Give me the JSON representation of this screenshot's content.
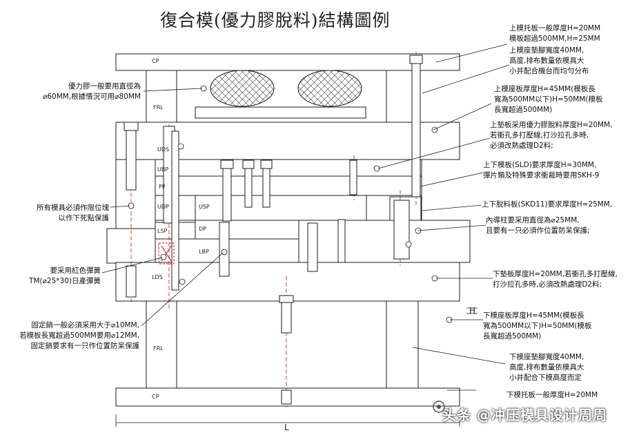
{
  "title": "復合模(優力膠脫料)結構圖例",
  "plate_labels": {
    "cp_top": "CP",
    "frl_top": "FRL",
    "uds": "UDS",
    "ubp": "UBP",
    "pp": "PP",
    "udp": "UDP",
    "usp": "USP",
    "lsp": "LSP",
    "dp": "DP",
    "lbp": "LBP",
    "lds": "LDS",
    "frl_bottom": "FRL",
    "cp_bottom": "CP"
  },
  "left_notes": {
    "urethane": [
      "優力膠一般要用直徑為",
      "⌀60MM,根據情況可用⌀80MM"
    ],
    "limit_block": [
      "所有模具必須作限位塊",
      "以作下死點保護"
    ],
    "spring": [
      "要采用紅色彈簧",
      "TM(⌀25*30)日產彈簧"
    ],
    "dowel": [
      "固定銷一般必須采用大于⌀10MM,",
      "若模板長寬超過500MM要用⌀12MM,",
      "固定銷要求有一只作位置防呆保護"
    ]
  },
  "right_notes": {
    "upper_clamp": [
      "上模托板一般厚度H=20MM",
      "模板超過500MM,H=25MM"
    ],
    "upper_leg": [
      "上模座墊腳寬度40MM,",
      "高度,排布數量依模具大",
      "小并配合機台而均勻分布"
    ],
    "upper_shoe": [
      "上模座板厚度H=45MM(模板長",
      "寬為500MM以下)H=50MM(模板",
      "長寬超過500MM)"
    ],
    "upper_backing": [
      "上墊板采用優力膠脫料厚度H=20MM,",
      "若衝孔多打壓線,打沙拉孔多時,",
      "必須改熱處理D2料;"
    ],
    "slide": [
      "上下模板(SLD)要求厚度H=30MM,",
      "彈片類及特殊要求衝裁時要用SKH-9"
    ],
    "stripper": [
      "上下脫料板(SKD11)要求厚度H=25MM,"
    ],
    "guide": [
      "內導柱要采用直徑為⌀25MM,",
      "且要有一只必須作位置防呆保護;"
    ],
    "lower_backing": [
      "下墊板厚度H=20MM,若衝孔多打壓線,",
      "打沙拉孔多時,必須改熱處理D2料;"
    ],
    "lower_shoe": [
      "下模座板厚度H=45MM(模板長",
      "寬為500MM以下)H=50MM(模板",
      "長寬超過500MM)"
    ],
    "lower_leg": [
      "下模座墊腳寬度40MM,",
      "高度,排布數量依模具大",
      "小并配合下模高度而定"
    ],
    "lower_clamp": [
      "下模托板一般厚度H=20MM"
    ]
  },
  "dimension_labels": {
    "height_mark": "H",
    "length_mark": "L"
  },
  "watermark": "头条 @冲压模具设计周周",
  "colors": {
    "line": "#1a1a1a",
    "plate": "#ffffff",
    "centerline": "#d01010",
    "urethane": "#1a1a1a"
  }
}
